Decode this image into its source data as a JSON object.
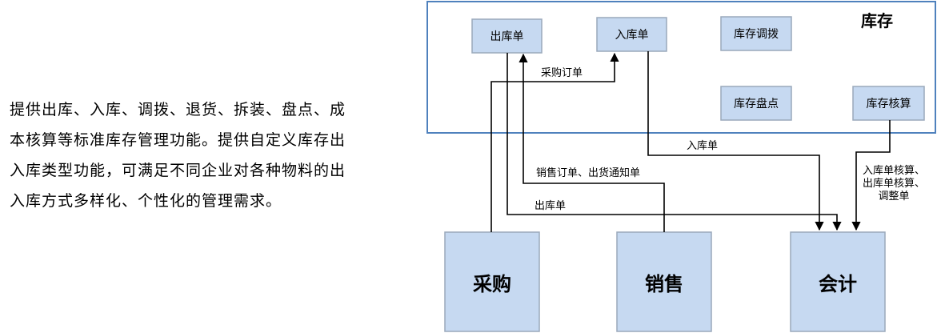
{
  "description": {
    "lines": [
      "提供出库、入库、调拨、退货、拆装、盘点、成",
      "本核算等标准库存管理功能。提供自定义库存出",
      "入库类型功能，可满足不同企业对各种物料的出",
      "入库方式多样化、个性化的管理需求。"
    ]
  },
  "inventory": {
    "title": "库存",
    "boxes": {
      "outbound": "出库单",
      "inbound": "入库单",
      "transfer": "库存调拨",
      "stocktake": "库存盘点",
      "costing": "库存核算"
    }
  },
  "modules": {
    "purchasing": "采购",
    "sales": "销售",
    "accounting": "会计"
  },
  "edges": {
    "purchase_order": "采购订单",
    "sales_order": "销售订单、出货通知单",
    "inbound_to_acct": "入库单",
    "outbound_to_acct": "出库单",
    "costing_lines": [
      "入库单核算、",
      "出库单核算、",
      "调整单"
    ]
  },
  "colors": {
    "box_fill": "#c6d9f1",
    "box_border": "#9aa9bb",
    "frame_border": "#4f81bd",
    "line": "#000000"
  }
}
